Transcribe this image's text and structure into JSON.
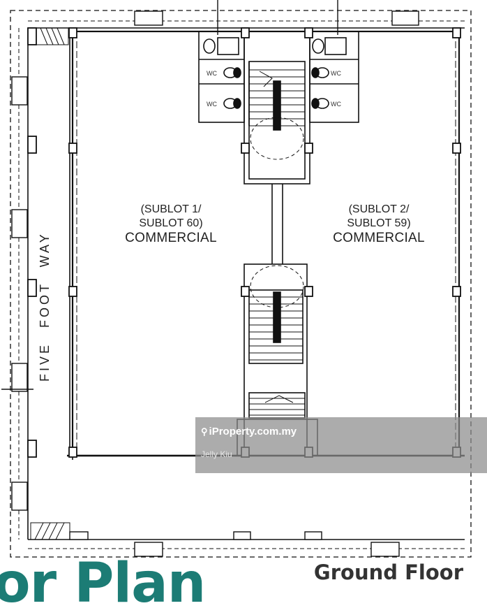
{
  "left_unit": {
    "sublot": "(SUBLOT 1/",
    "sublot2": "SUBLOT 60)",
    "use": "COMMERCIAL"
  },
  "right_unit": {
    "sublot": "(SUBLOT 2/",
    "sublot2": "SUBLOT 59)",
    "use": "COMMERCIAL"
  },
  "corridor": {
    "label": "FIVE FOOT WAY"
  },
  "toilets": {
    "label": "WC"
  },
  "watermark": {
    "site": "iProperty.com.my",
    "agent": "Jelly Kiu"
  },
  "banner": {
    "title_fragment": "or Plan",
    "floor": "Ground Floor"
  },
  "colors": {
    "brand": "#1c7c75",
    "line": "#111111",
    "watermark": "#8c8c8c"
  },
  "icons": [
    "map-pin-icon"
  ]
}
